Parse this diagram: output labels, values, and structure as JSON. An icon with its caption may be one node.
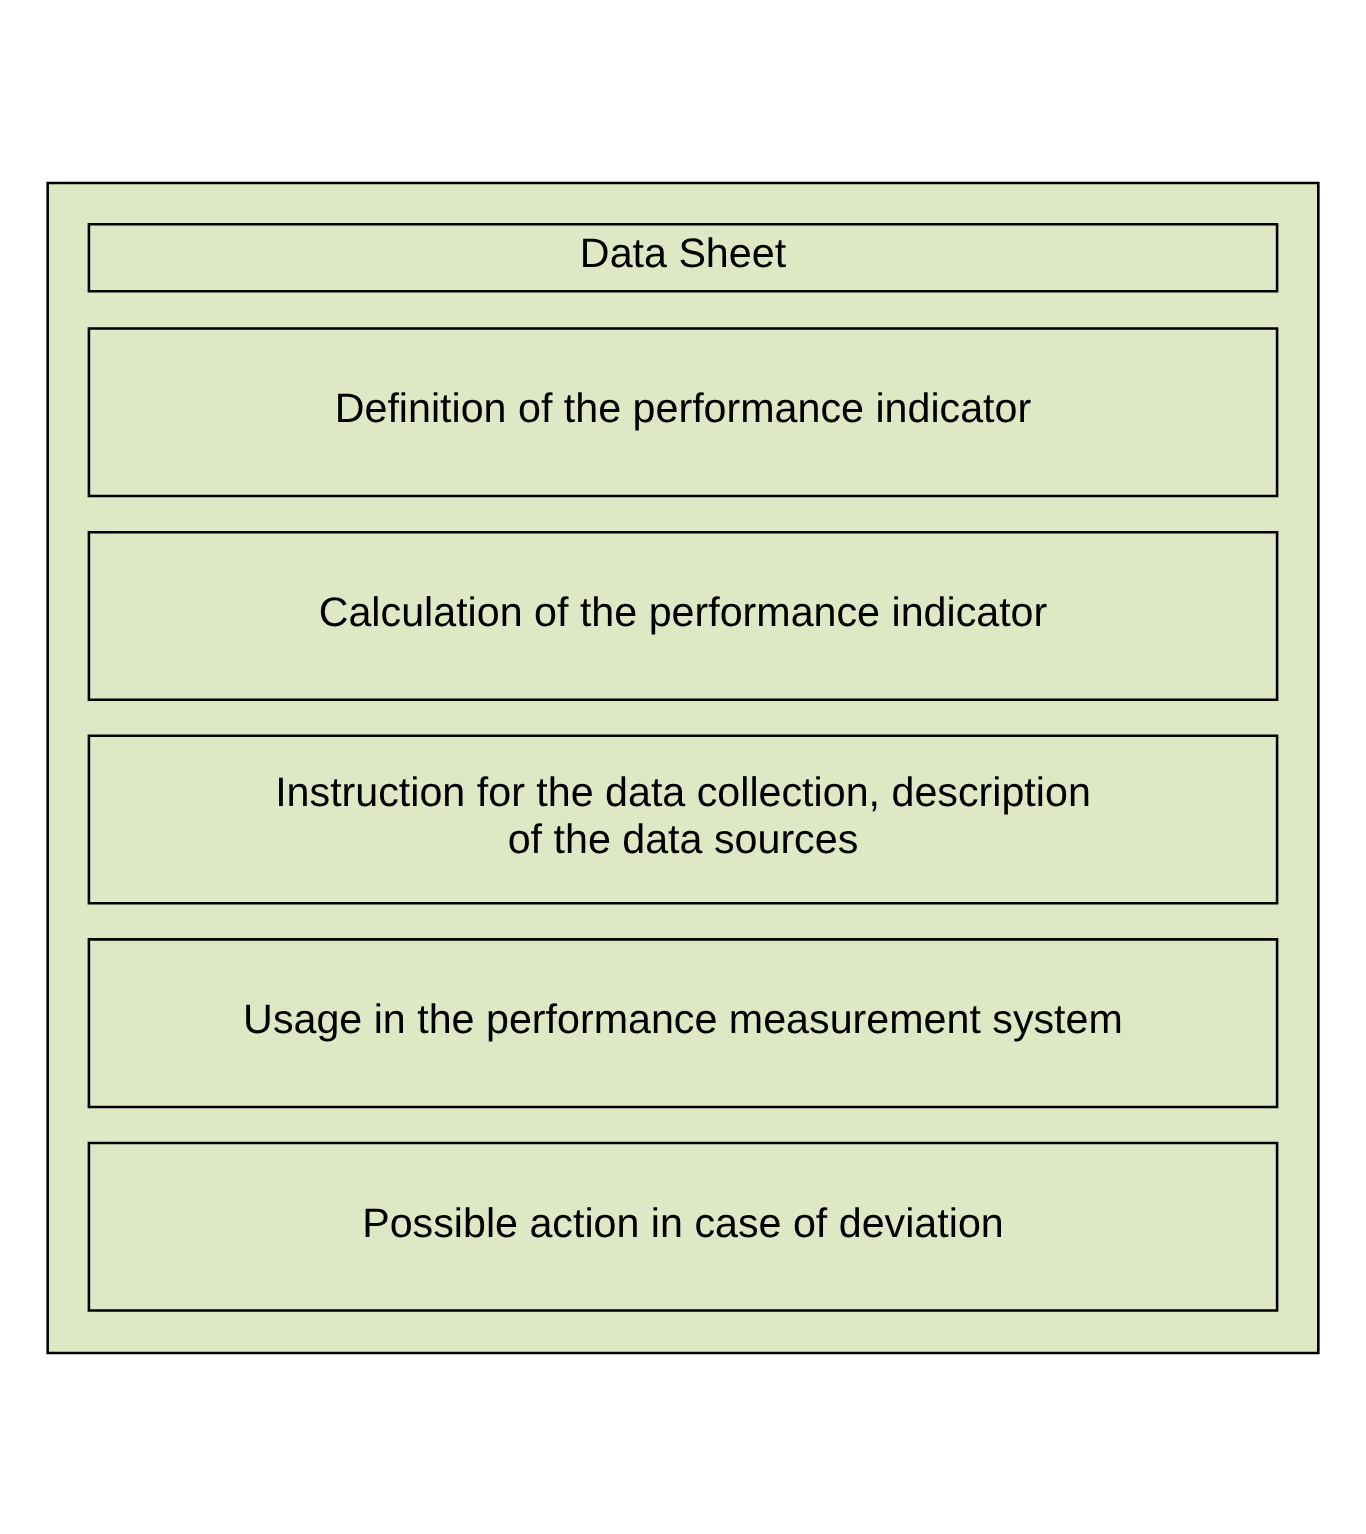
{
  "diagram": {
    "nodes": [
      {
        "text": [],
        "shape": "box"
      },
      {
        "text": [
          "Data Sheet"
        ],
        "in": 0
      },
      {
        "text": [
          "Definition of the performance indicator"
        ],
        "in": 0
      },
      {
        "text": [
          "Calculation of the performance indicator"
        ],
        "in": 0
      },
      {
        "text": [
          "Instruction for the data collection, description of the data sources"
        ],
        "in": 0
      },
      {
        "text": [
          "Usage in the performance measurement system"
        ],
        "in": 0
      },
      {
        "text": [
          "Possible action in case of deviation"
        ],
        "in": 0
      }
    ],
    "edges": []
  }
}
